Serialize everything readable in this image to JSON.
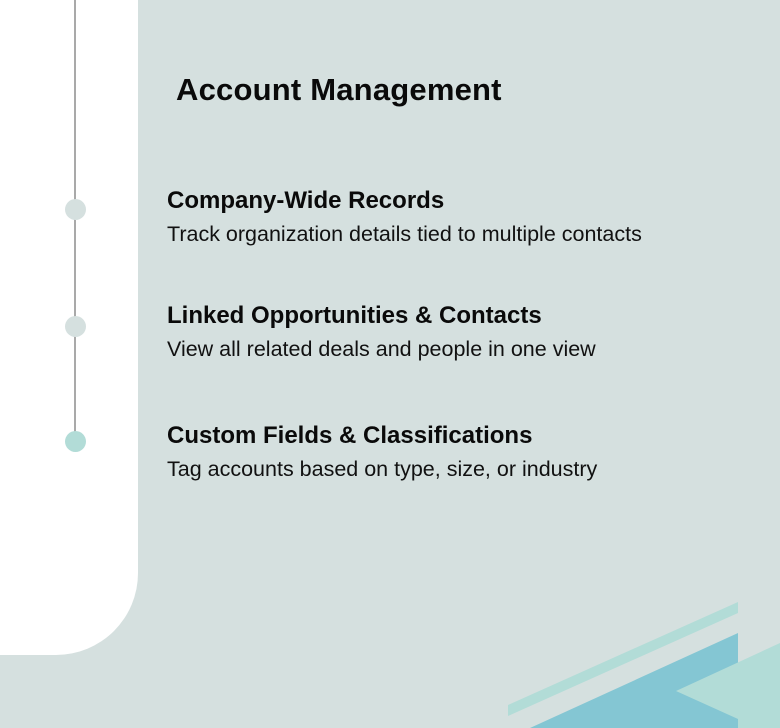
{
  "page": {
    "title": "Account Management"
  },
  "features": [
    {
      "heading": "Company-Wide Records",
      "description": "Track organization details tied to multiple contacts"
    },
    {
      "heading": "Linked Opportunities & Contacts",
      "description": "View all related deals and people in one view"
    },
    {
      "heading": "Custom Fields & Classifications",
      "description": "Tag accounts based on type, size, or industry"
    }
  ],
  "colors": {
    "background": "#d5e0df",
    "panel": "#ffffff",
    "timeline_line": "#a9a9a9",
    "dot_default": "#d5e0df",
    "dot_active": "#b2dcd7",
    "accent_blue": "#84c6d3",
    "accent_teal": "#b2dcd7"
  }
}
